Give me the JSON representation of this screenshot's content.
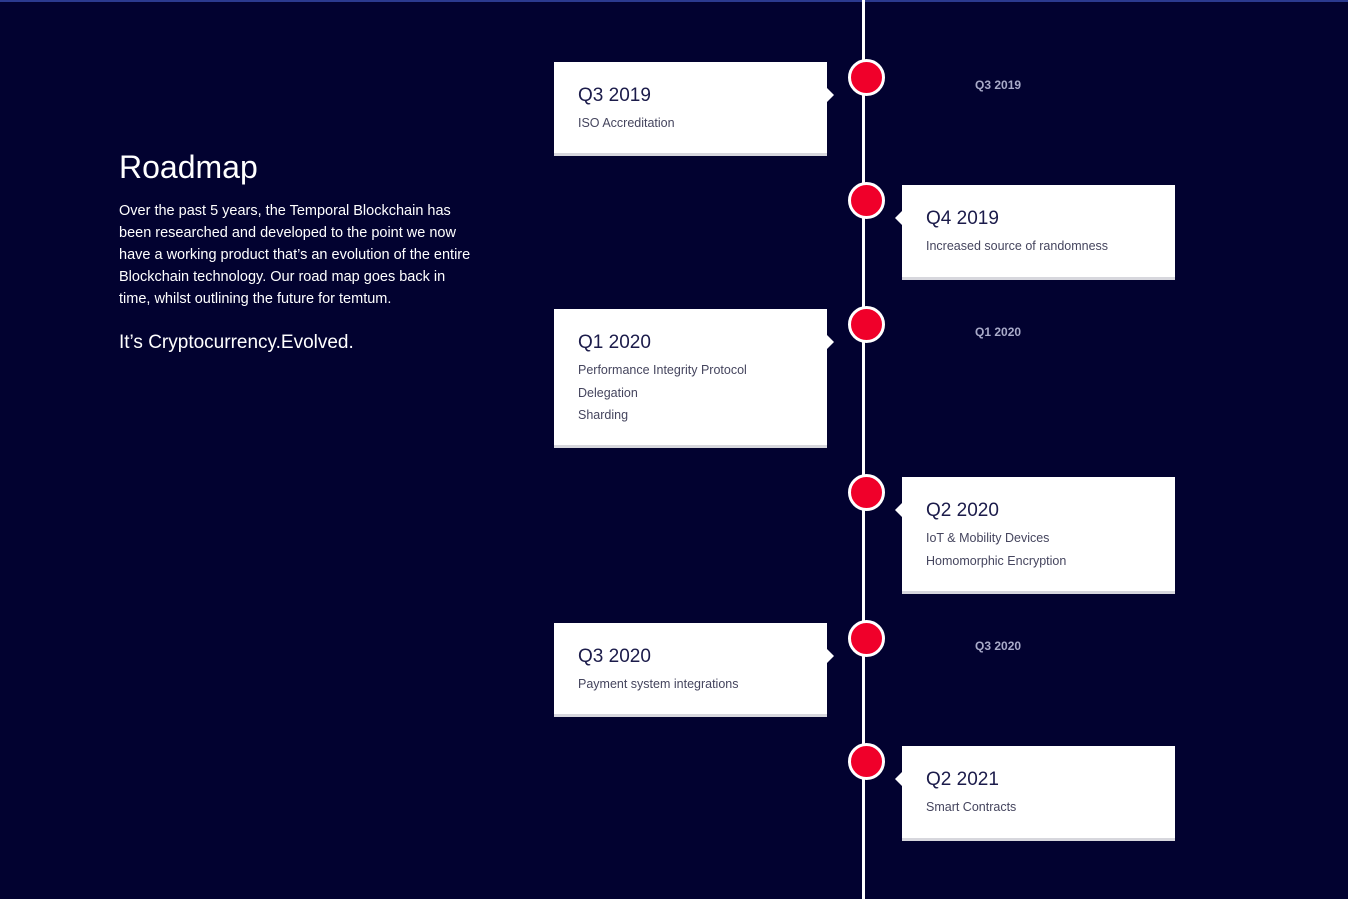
{
  "intro": {
    "title": "Roadmap",
    "description": "Over the past 5 years, the Temporal Blockchain has been researched and developed to the point we now have a working product that’s an evolution of the entire Blockchain technology. Our road map goes back in time, whilst outlining the future for temtum.",
    "tagline": "It’s Cryptocurrency.Evolved."
  },
  "colors": {
    "background": "#020230",
    "accent": "#f0002a",
    "card": "#ffffff"
  },
  "milestones": [
    {
      "quarter": "Q3 2019",
      "items": [
        "ISO Accreditation"
      ],
      "side_label": "Q3 2019"
    },
    {
      "quarter": "Q4 2019",
      "items": [
        "Increased source of randomness"
      ]
    },
    {
      "quarter": "Q1 2020",
      "items": [
        "Performance Integrity Protocol",
        "Delegation",
        "Sharding"
      ],
      "side_label": "Q1 2020"
    },
    {
      "quarter": "Q2 2020",
      "items": [
        "IoT & Mobility Devices",
        "Homomorphic Encryption"
      ]
    },
    {
      "quarter": "Q3 2020",
      "items": [
        "Payment system integrations"
      ],
      "side_label": "Q3 2020"
    },
    {
      "quarter": "Q2 2021",
      "items": [
        "Smart Contracts"
      ]
    }
  ]
}
